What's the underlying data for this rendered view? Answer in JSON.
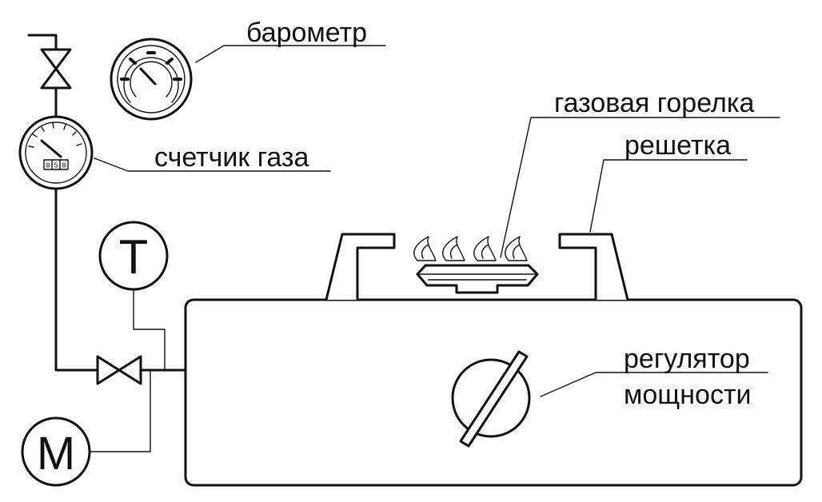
{
  "labels": {
    "barometer": "барометр",
    "gas_meter": "счетчик газа",
    "gas_burner": "газовая горелка",
    "grate": "решетка",
    "power_regulator_line1": "регулятор",
    "power_regulator_line2": "мощности"
  },
  "gauges": {
    "thermometer_letter": "T",
    "manometer_letter": "M"
  },
  "meter_counter": [
    "0",
    "5",
    "0"
  ],
  "colors": {
    "line": "#111111",
    "background": "#ffffff"
  }
}
